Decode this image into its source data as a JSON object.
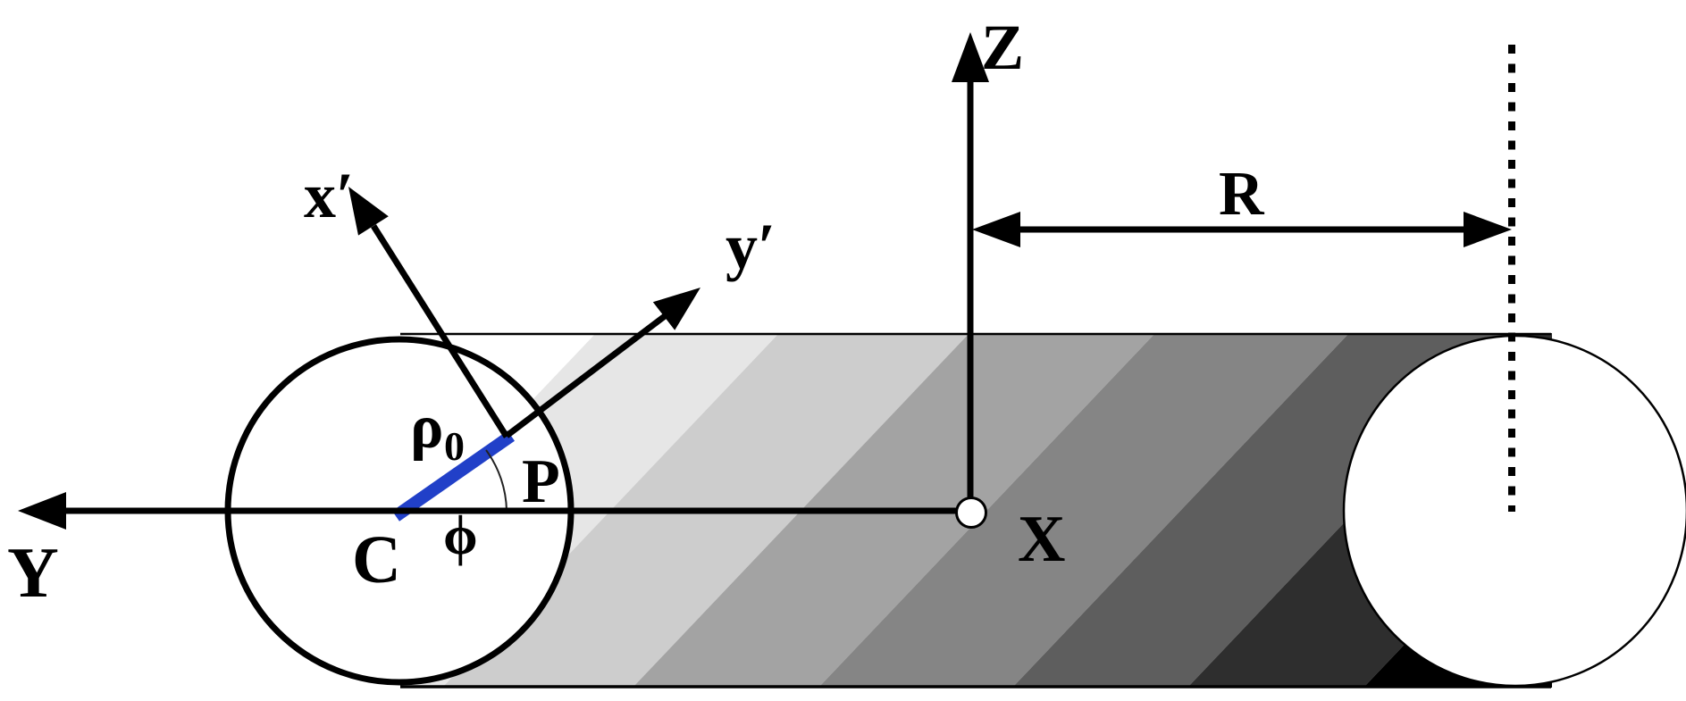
{
  "diagram": {
    "title": "Cylinder with laboratory (X,Y,Z) and local primed (x',y') coordinate systems",
    "labels": {
      "axis_z": "Z",
      "axis_y": "Y",
      "axis_x": "X",
      "radius": "R",
      "x_prime": "x′",
      "y_prime": "y′",
      "rho": "ρ",
      "rho_subscript": "0",
      "point_p": "P",
      "center_c": "C",
      "angle_phi": "ϕ"
    },
    "colors": {
      "background": "#ffffff",
      "outline": "#000000",
      "blue_segment": "#2140c8",
      "stripe_grays": [
        "#ffffff",
        "#e6e6e6",
        "#cdcdcd",
        "#a3a3a3",
        "#858585",
        "#5e5e5e",
        "#2e2e2e",
        "#000000"
      ]
    }
  }
}
